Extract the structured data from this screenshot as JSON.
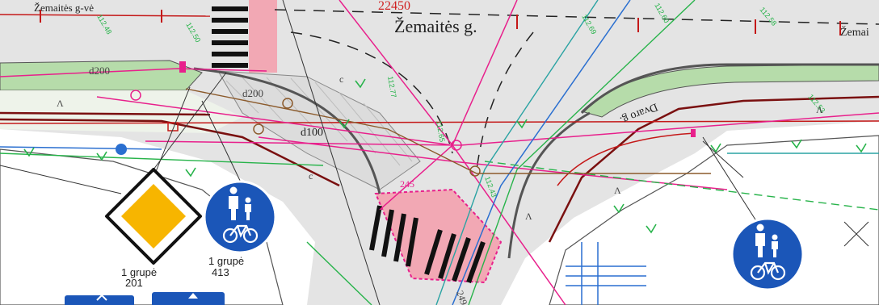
{
  "streets": {
    "main_left": "Žemaitės g-vė",
    "main": "Žemaitės g.",
    "main_right": "Žemai",
    "side": "Dvaro g."
  },
  "red_marks": {
    "top_number": "22450"
  },
  "pipes": {
    "d200_a": "d200",
    "d200_b": "d200",
    "d100": "d100"
  },
  "green_codes": [
    "112.77",
    "112.65",
    "112.69",
    "112.60",
    "112.58",
    "112.53",
    "112.50",
    "112.48",
    "112.43"
  ],
  "annotations": {
    "c1": "c",
    "c2": "c",
    "num245": "245",
    "num249": "249",
    "ret1": "Λ",
    "ret2": "Λ",
    "ret3": "Λ",
    "ret4": "Λ"
  },
  "signs": [
    {
      "group": "1 grupė",
      "code": "201",
      "type": "priority-road",
      "fill": "#f7b500"
    },
    {
      "group": "1 grupė",
      "code": "413",
      "type": "pedestrian-bicycle-path",
      "fill": "#1b56b8"
    },
    {
      "group": "",
      "code": "",
      "type": "pedestrian-bicycle-path",
      "fill": "#1b56b8"
    }
  ],
  "colors": {
    "roadway": "#e4e4e4",
    "green_area": "#b6dcaa",
    "crosswalk_pink": "#f2a8b4",
    "magenta_line": "#e8208c",
    "red_line": "#c41818",
    "dark_red_line": "#7a1010",
    "blue_line": "#2a6fd0",
    "green_line": "#27b34a",
    "teal_line": "#2aa3a3"
  }
}
